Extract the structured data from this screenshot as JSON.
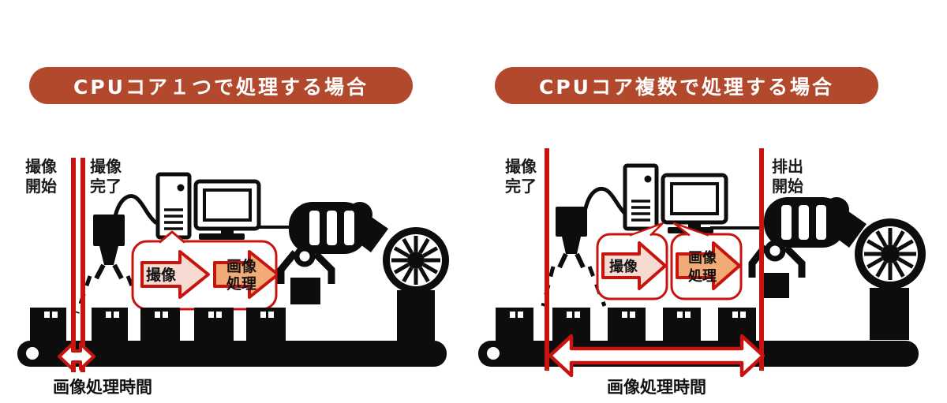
{
  "colors": {
    "header_pill": "#b3492c",
    "timeline_red": "#c8140f",
    "ink_black": "#0d0d0d",
    "capture_arrow_fill": "#f7dbd2",
    "process_arrow_fill": "#f2ab76",
    "background": "#ffffff"
  },
  "icons": {
    "camera": "industrial-camera-icon",
    "pc_tower": "pc-tower-icon",
    "monitor": "monitor-icon",
    "robot": "robot-gripper-icon",
    "wheel": "rotary-wheel-icon",
    "belt": "conveyor-belt",
    "box": "product-box",
    "double_arrow": "duration-double-arrow"
  },
  "panels": [
    {
      "id": "single-core",
      "header": "CPUコア１つで処理する場合",
      "markers": [
        {
          "label": "撮像開始",
          "lines": [
            "撮像",
            "開始"
          ]
        },
        {
          "label": "撮像完了",
          "lines": [
            "撮像",
            "完了"
          ]
        }
      ],
      "steps": [
        {
          "label": "撮像"
        },
        {
          "label": "画像処理",
          "lines": [
            "画像",
            "処理"
          ]
        }
      ],
      "duration_label": "画像処理時間"
    },
    {
      "id": "multi-core",
      "header": "CPUコア複数で処理する場合",
      "markers": [
        {
          "label": "撮像完了",
          "lines": [
            "撮像",
            "完了"
          ]
        },
        {
          "label": "排出開始",
          "lines": [
            "排出",
            "開始"
          ]
        }
      ],
      "steps": [
        {
          "label": "撮像"
        },
        {
          "label": "画像処理",
          "lines": [
            "画像",
            "処理"
          ]
        }
      ],
      "duration_label": "画像処理時間"
    }
  ]
}
